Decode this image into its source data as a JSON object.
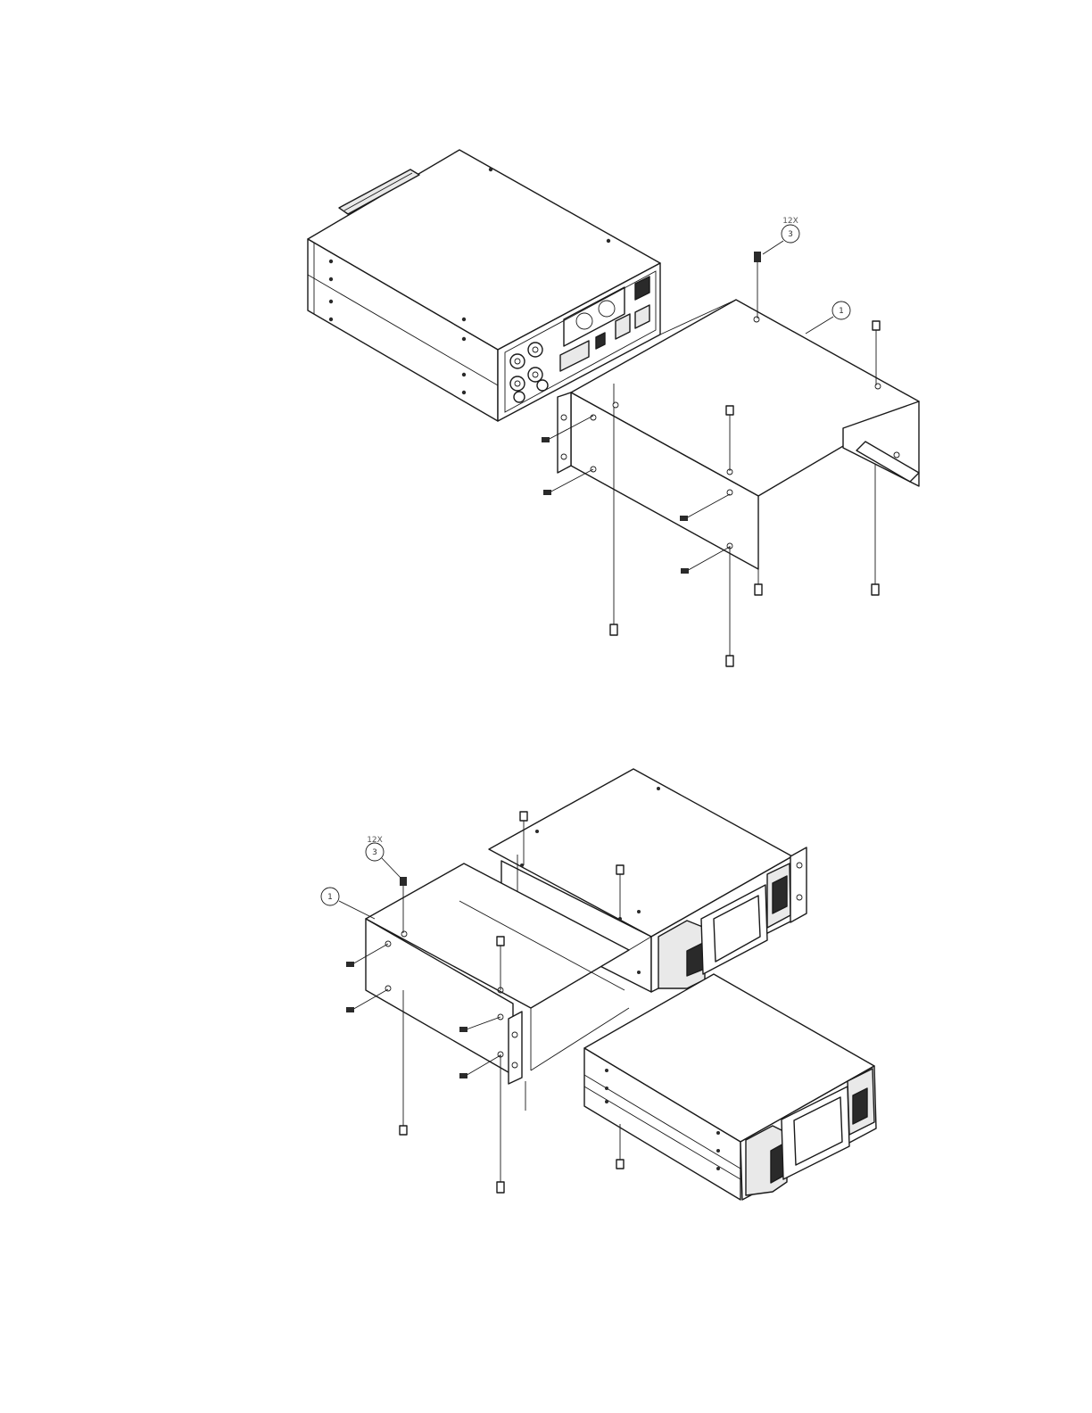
{
  "upper_view": {
    "bracket_callout": "1",
    "screw_callout": "3",
    "screw_quantity": "12X"
  },
  "lower_view": {
    "bracket_callout": "1",
    "screw_callout": "3",
    "screw_quantity": "12X"
  }
}
